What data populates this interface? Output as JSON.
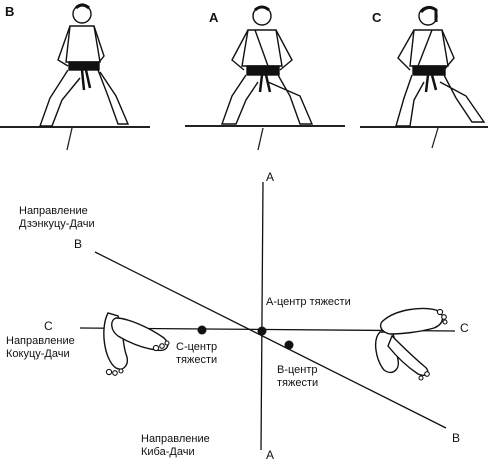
{
  "figures": [
    {
      "letter": "B"
    },
    {
      "letter": "A"
    },
    {
      "letter": "C"
    }
  ],
  "axes": {
    "a_top": "A",
    "a_bottom": "A",
    "b_left": "B",
    "b_right": "B",
    "c_left": "C",
    "c_right": "C"
  },
  "labels": {
    "dzenkutsu_line1": "Направление",
    "dzenkutsu_line2": "Дзэнкуцу-Дачи",
    "kokutsu_line1": "Направление",
    "kokutsu_line2": "Кокуцу-Дачи",
    "kiba_line1": "Направление",
    "kiba_line2": "Киба-Дачи",
    "a_center": "А-центр  тяжести",
    "c_center_line1": "С-центр",
    "c_center_line2": "тяжести",
    "b_center_line1": "В-центр",
    "b_center_line2": "тяжести"
  },
  "icons": [
    "karate-figure-b",
    "karate-figure-a",
    "karate-figure-c",
    "left-footprints-icon",
    "right-footprints-icon"
  ]
}
